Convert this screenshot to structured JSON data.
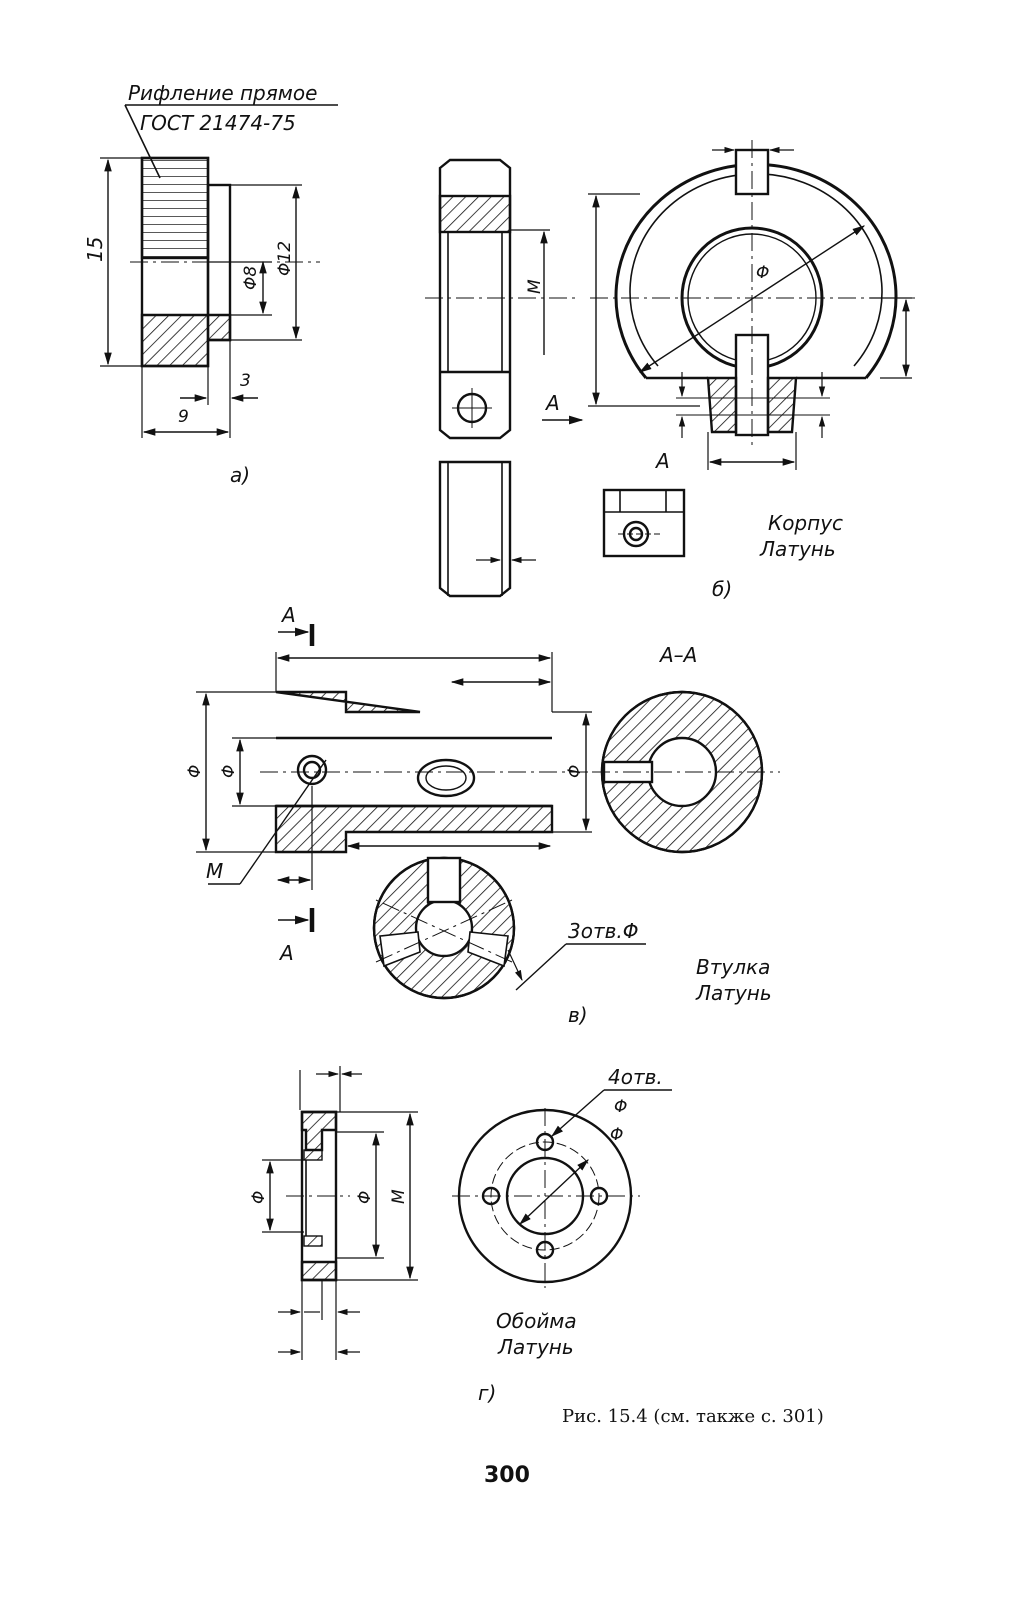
{
  "figure_a": {
    "note_line1": "Рифление прямое",
    "note_line2": "ГОСТ 21474-75",
    "dim_height": "15",
    "dim_d8": "Φ8",
    "dim_d12": "Φ12",
    "dim_3": "3",
    "dim_9": "9",
    "label": "а)"
  },
  "figure_b": {
    "dim_m": "M",
    "dim_phi": "Φ",
    "view_a": "A",
    "section_a": "A",
    "part_name": "Корпус",
    "material": "Латунь",
    "label": "б)"
  },
  "figure_v": {
    "cut_top": "A",
    "cut_bottom": "A",
    "section_title": "A–A",
    "dim_phi_outer": "Φ",
    "dim_phi_inner": "Φ",
    "dim_phi_right": "Φ",
    "dim_m": "M",
    "holes_note": "3отв.Φ",
    "part_name": "Втулка",
    "material": "Латунь",
    "label": "в)"
  },
  "figure_g": {
    "holes_note": "4отв.",
    "dim_phi_hole": "Φ",
    "dim_phi_pcd": "Φ",
    "dim_phi_small": "Φ",
    "dim_phi_mid": "Φ",
    "dim_m": "M",
    "part_name": "Обойма",
    "material": "Латунь",
    "label": "г)"
  },
  "caption": "Рис. 15.4 (см. также с. 301)",
  "page_number": "300"
}
